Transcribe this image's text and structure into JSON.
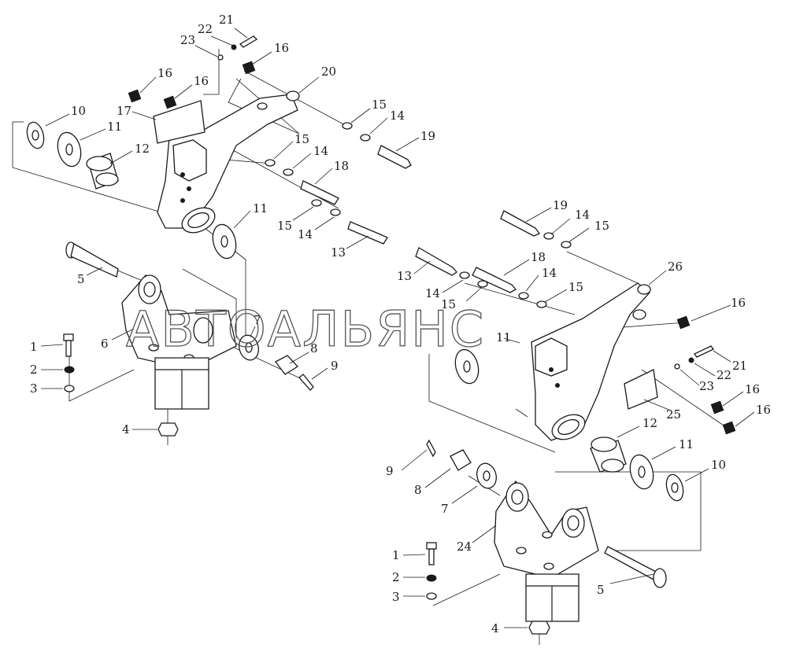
{
  "watermark": "АВТОАЛЬЯНС",
  "callouts_left": {
    "c21": "21",
    "c22": "22",
    "c23": "23",
    "c16a": "16",
    "c16b": "16",
    "c16c": "16",
    "c20": "20",
    "c17": "17",
    "c10": "10",
    "c11a": "11",
    "c12": "12",
    "c15a": "15",
    "c14a": "14",
    "c19": "19",
    "c15b": "15",
    "c14b": "14",
    "c18": "18",
    "c11b": "11",
    "c15c": "15",
    "c14c": "14",
    "c13": "13",
    "c5": "5",
    "c6": "6",
    "c7": "7",
    "c8": "8",
    "c9": "9",
    "c1": "1",
    "c2": "2",
    "c3": "3",
    "c4": "4"
  },
  "callouts_right": {
    "c19": "19",
    "c14a": "14",
    "c15a": "15",
    "c13": "13",
    "c18": "18",
    "c14b": "14",
    "c15b": "15",
    "c14c": "14",
    "c15c": "15",
    "c26": "26",
    "c16a": "16",
    "c11a": "11",
    "c21": "21",
    "c22": "22",
    "c23": "23",
    "c16b": "16",
    "c25": "25",
    "c16c": "16",
    "c12": "12",
    "c11b": "11",
    "c10": "10",
    "c9": "9",
    "c8": "8",
    "c7": "7",
    "c24": "24",
    "c1": "1",
    "c2": "2",
    "c3": "3",
    "c5": "5",
    "c4": "4"
  }
}
